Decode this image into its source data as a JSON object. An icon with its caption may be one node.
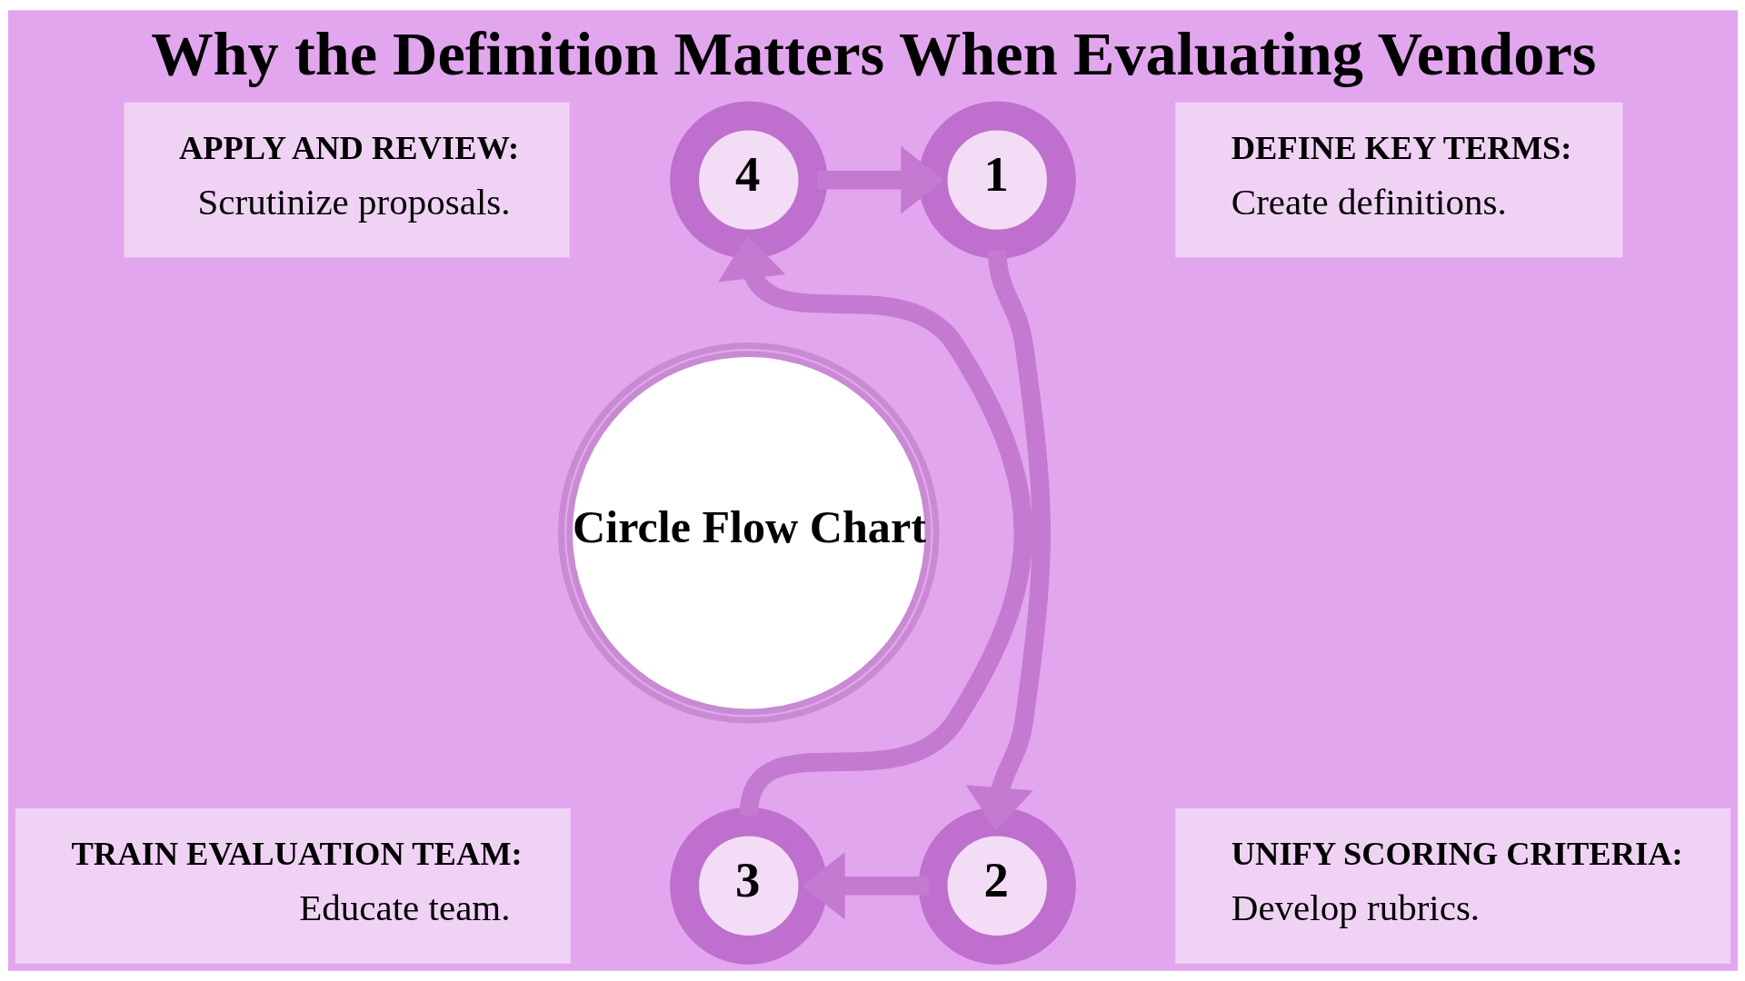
{
  "diagram": {
    "title": "Why the Definition Matters When Evaluating Vendors",
    "nodes": [
      {
        "text": [
          "APPLY AND REVIEW:",
          "Scrutinize proposals."
        ]
      },
      {
        "text": [
          "4"
        ]
      },
      {
        "text": [
          "1"
        ]
      },
      {
        "text": [
          "DEFINE KEY TERMS:",
          "Create definitions."
        ]
      },
      {
        "text": [
          "Circle Flow Chart"
        ]
      },
      {
        "text": [
          "TRAIN EVALUATION TEAM:",
          "Educate team."
        ]
      },
      {
        "text": [
          "3"
        ]
      },
      {
        "text": [
          "2"
        ]
      },
      {
        "text": [
          "UNIFY SCORING CRITERIA:",
          "Develop rubrics."
        ]
      }
    ],
    "edges": [
      {
        "from": 1,
        "to": 2,
        "arrow": "to"
      },
      {
        "from": 2,
        "to": 7,
        "arrow": "to"
      },
      {
        "from": 7,
        "to": 6,
        "arrow": "to"
      },
      {
        "from": 6,
        "to": 1,
        "arrow": "to"
      }
    ]
  }
}
